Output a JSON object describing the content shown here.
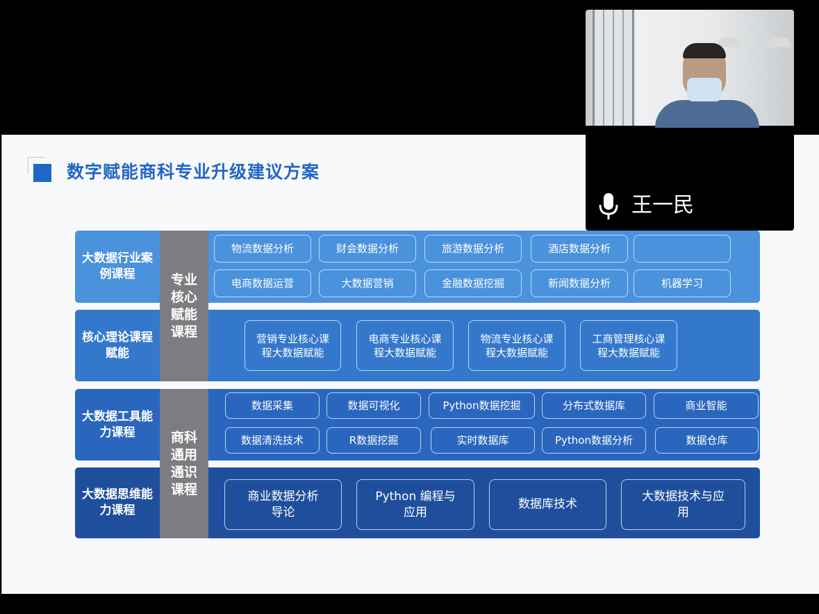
{
  "slide": {
    "title": "数字赋能商科专业升级建议方案",
    "rows": [
      {
        "label": "大数据行业案例课程",
        "color": "#4a92dc",
        "items": [
          "物流数据分析",
          "财会数据分析",
          "旅游数据分析",
          "酒店数据分析",
          "",
          "电商数据运营",
          "大数据营销",
          "金融数据挖掘",
          "新闻数据分析",
          "机器学习"
        ]
      },
      {
        "label": "核心理论课程赋能",
        "color": "#3478cb",
        "items": [
          "营销专业核心课程大数据赋能",
          "电商专业核心课程大数据赋能",
          "物流专业核心课程大数据赋能",
          "工商管理核心课程大数据赋能"
        ]
      },
      {
        "label": "大数据工具能力课程",
        "color": "#2a66bd",
        "items": [
          "数据采集",
          "数据可视化",
          "Python数据挖掘",
          "分布式数据库",
          "商业智能",
          "数据清洗技术",
          "R数据挖掘",
          "实时数据库",
          "Python数据分析",
          "数据仓库"
        ]
      },
      {
        "label": "大数据思维能力课程",
        "color": "#1f4f9c",
        "items": [
          "商业数据分析导论",
          "Python 编程与应用",
          "数据库技术",
          "大数据技术与应用"
        ]
      }
    ],
    "groups": [
      "专业核心赋能课程",
      "商科通用通识课程"
    ]
  },
  "video": {
    "participant_name": "王一民",
    "mic_icon": "microphone-icon"
  }
}
